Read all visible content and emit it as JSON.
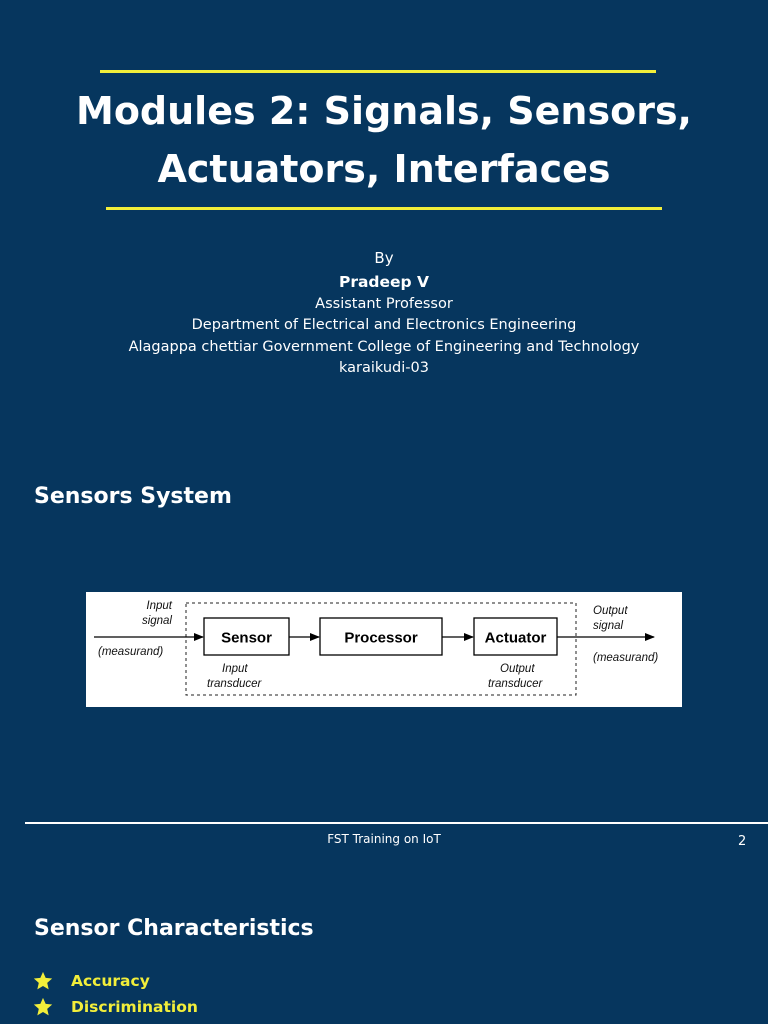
{
  "slide1": {
    "title_line1": "Modules 2: Signals, Sensors,",
    "title_line2": "Actuators, Interfaces",
    "by": "By",
    "author": "Pradeep V",
    "role": "Assistant Professor",
    "department": "Department of Electrical and Electronics Engineering",
    "college": "Alagappa chettiar Government College of Engineering and Technology",
    "city": "karaikudi-03",
    "section_heading": "Sensors System",
    "diagram": {
      "input_signal_1": "Input",
      "input_signal_2": "signal",
      "input_measurand": "(measurand)",
      "sensor": "Sensor",
      "processor": "Processor",
      "actuator": "Actuator",
      "input_transducer_1": "Input",
      "input_transducer_2": "transducer",
      "output_transducer_1": "Output",
      "output_transducer_2": "transducer",
      "output_signal_1": "Output",
      "output_signal_2": "signal",
      "output_measurand": "(measurand)"
    },
    "footer": "FST Training on IoT",
    "page_number": "2"
  },
  "slide2": {
    "heading": "Sensor Characteristics",
    "bullets": [
      "Accuracy",
      "Discrimination"
    ]
  },
  "colors": {
    "background": "#06365e",
    "accent_yellow": "#f2ee3a",
    "text": "#ffffff"
  }
}
